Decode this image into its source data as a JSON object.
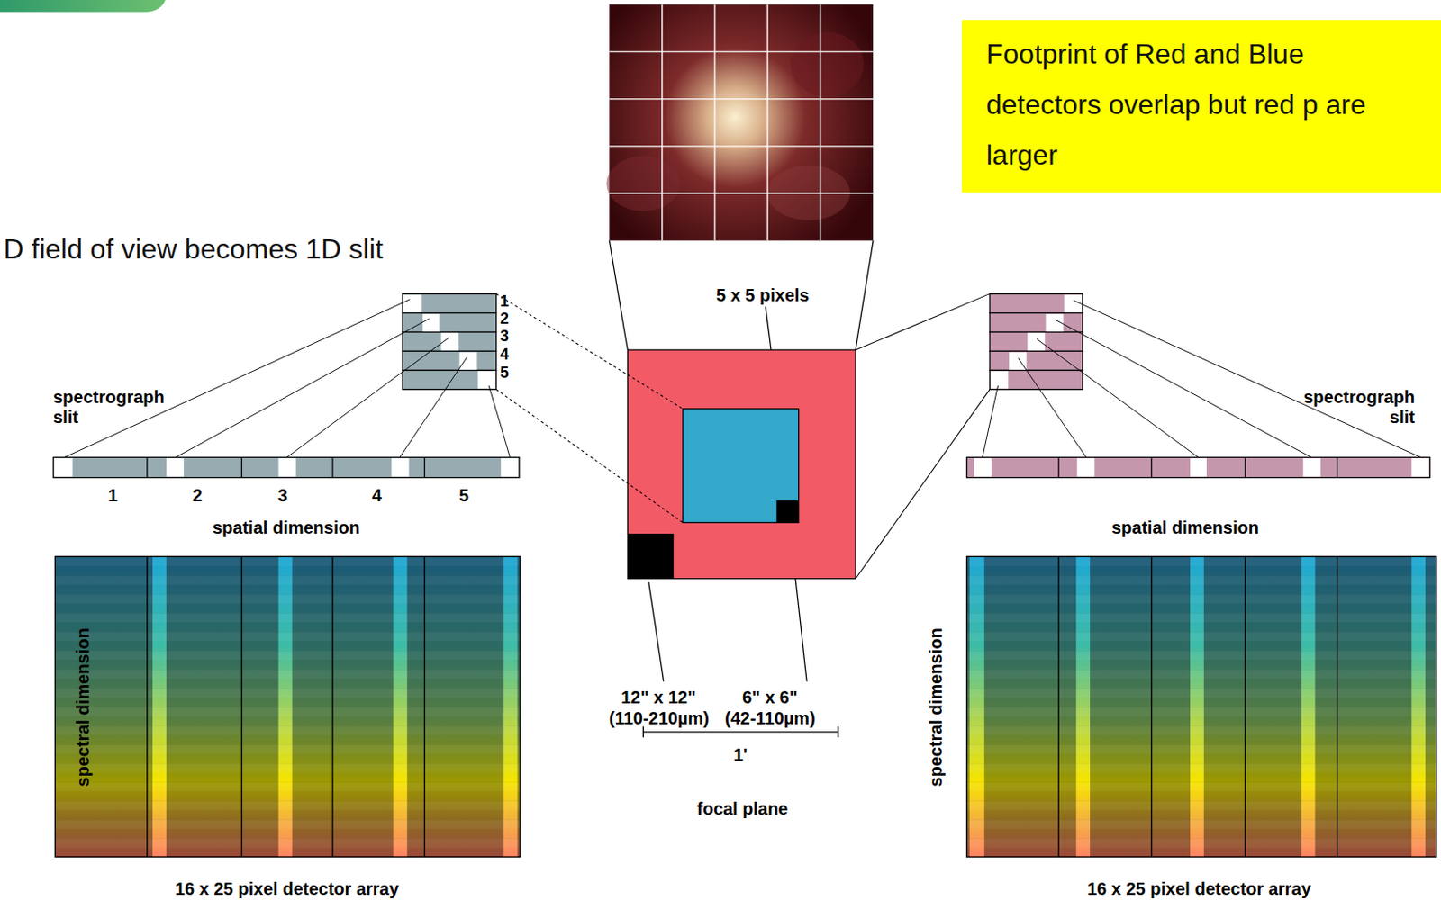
{
  "diagram": {
    "nodes": [
      {
        "text": [
          "Footprint of Red and Blue detectors overlap but red p are larger"
        ]
      }
    ],
    "labels": [
      "D field of view becomes 1D slit",
      "5 x 5 pixels",
      "1",
      "2",
      "3",
      "4",
      "5",
      "spectrograph slit",
      "1",
      "2",
      "3",
      "4",
      "5",
      "spatial dimension",
      "spectral dimension",
      "16 x 25 pixel detector array",
      "12\" x 12\"",
      "(110-210µm)",
      "6\" x 6\"",
      "(42-110µm)",
      "1'",
      "focal plane",
      "spectrograph slit",
      "spatial dimension",
      "spectral dimension",
      "16 x 25 pixel detector array"
    ]
  }
}
